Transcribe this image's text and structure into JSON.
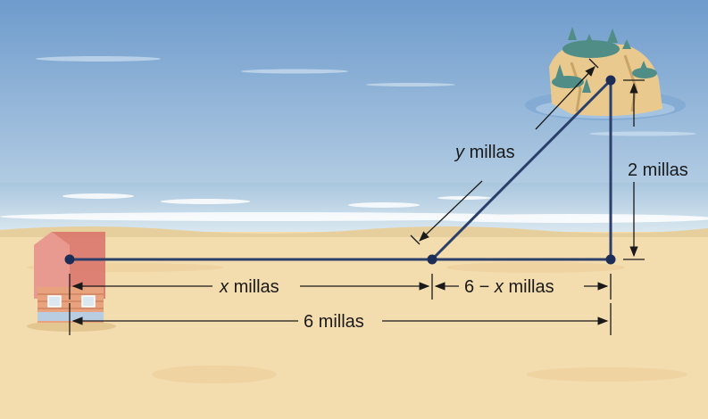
{
  "labels": {
    "hypotenuse_var": "y",
    "hypotenuse_unit": "millas",
    "vertical": "2 millas",
    "left_segment_var": "x",
    "left_segment_unit": "millas",
    "right_segment_prefix": "6 −",
    "right_segment_var": "x",
    "right_segment_unit": "millas",
    "total": "6 millas"
  },
  "colors": {
    "line": "#2b3f6b",
    "point": "#1c2e57",
    "sky_top": "#6f9ccd",
    "sky_bottom": "#b9d2e6",
    "sand": "#f3dcae",
    "house_roof": "#d9776d",
    "island_rock": "#e9c98d",
    "island_trees": "#4f8d86"
  }
}
